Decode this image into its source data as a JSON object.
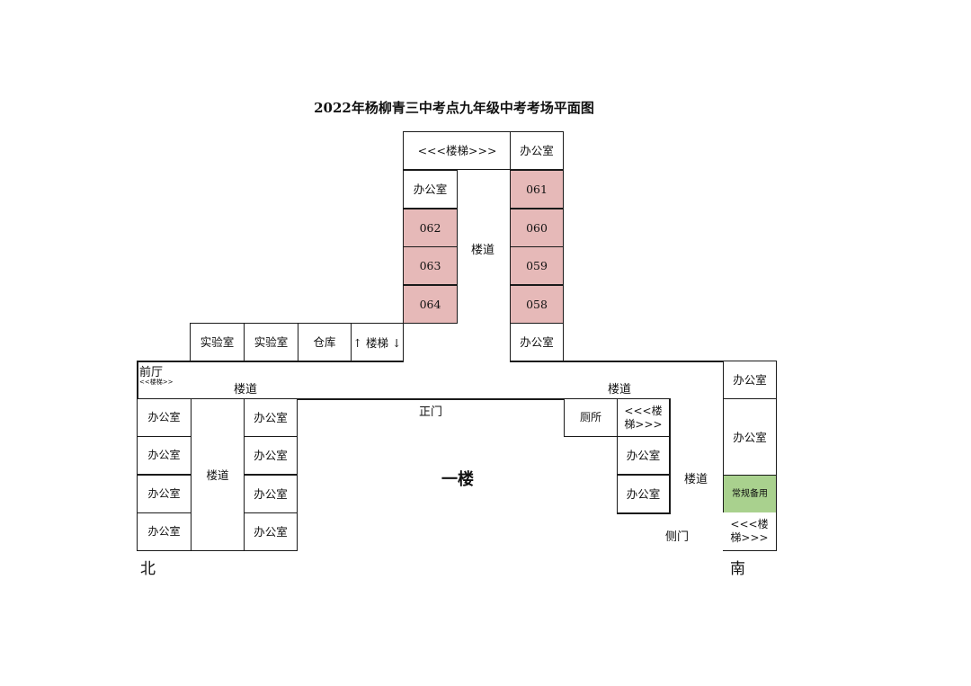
{
  "title": "2022年杨柳青三中考点九年级中考考场平面图",
  "floor": "一楼",
  "north": "北",
  "south": "南",
  "rooms": {
    "stairs_top": "<<<楼梯>>>",
    "office_top_right": "办公室",
    "office_top_left": "办公室",
    "exam_061": "061",
    "exam_060": "060",
    "exam_059": "059",
    "exam_058": "058",
    "exam_062": "062",
    "exam_063": "063",
    "exam_064": "064",
    "office_mid_right": "办公室",
    "lab_1": "实验室",
    "lab_2": "实验室",
    "storage": "仓库",
    "stairs_mid": "↑ 楼梯 ↓",
    "office_left_1": "办公室",
    "office_left_2": "办公室",
    "office_left_3": "办公室",
    "office_left_4": "办公室",
    "office_center_1": "办公室",
    "office_center_2": "办公室",
    "office_center_3": "办公室",
    "office_center_4": "办公室",
    "toilet": "厕所",
    "stairs_right": "<<<楼梯>>>",
    "office_right_1": "办公室",
    "office_right_2": "办公室",
    "office_far_right_1": "办公室",
    "office_far_right_2": "办公室",
    "backup_room": "常规备用",
    "stairs_far_right": "<<<楼梯>>>"
  },
  "labels": {
    "corridor_vertical_top": "楼道",
    "corridor_left": "楼道",
    "corridor_right": "楼道",
    "corridor_left_vertical": "楼道",
    "corridor_right_vertical": "楼道",
    "front_hall": "前厅",
    "front_hall_stairs": "<<楼梯>>",
    "main_gate": "正门",
    "side_gate": "侧门"
  },
  "colors": {
    "exam_room": "#e6b9b8",
    "backup_room": "#a9d18e"
  }
}
